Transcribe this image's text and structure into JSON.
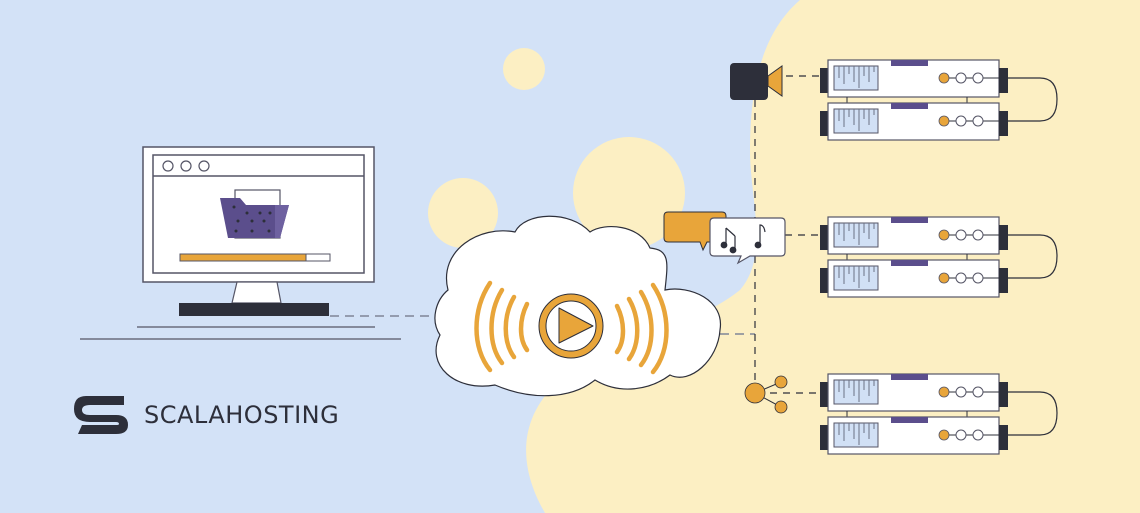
{
  "brand": {
    "name": "SCALAHOSTING",
    "logo_icon": "scalahosting-s-logo-icon"
  },
  "colors": {
    "background_blue": "#d3e2f7",
    "background_yellow": "#fcefc3",
    "accent_orange": "#e8a53a",
    "dark": "#2d2f3a",
    "purple": "#5b4e8c",
    "ruler_blue": "#d1e0f5",
    "outline": "#555566"
  },
  "illustration": {
    "monitor": {
      "icon": "monitor-icon",
      "window_dots": 3,
      "folder_icon": "folder-icon",
      "progress_percent": 76
    },
    "cloud": {
      "icon": "cloud-icon",
      "center_icon": "play-icon",
      "waves_each_side": 4
    },
    "sources": [
      {
        "icon": "video-camera-icon",
        "label": "video"
      },
      {
        "icon": "music-note-chat-icon",
        "label": "audio"
      },
      {
        "icon": "share-icon",
        "label": "share"
      }
    ],
    "server_groups": [
      {
        "units": 2,
        "indicators": [
          "on",
          "off",
          "off"
        ]
      },
      {
        "units": 2,
        "indicators": [
          "on",
          "off",
          "off"
        ]
      },
      {
        "units": 2,
        "indicators": [
          "on",
          "off",
          "off"
        ]
      }
    ]
  }
}
